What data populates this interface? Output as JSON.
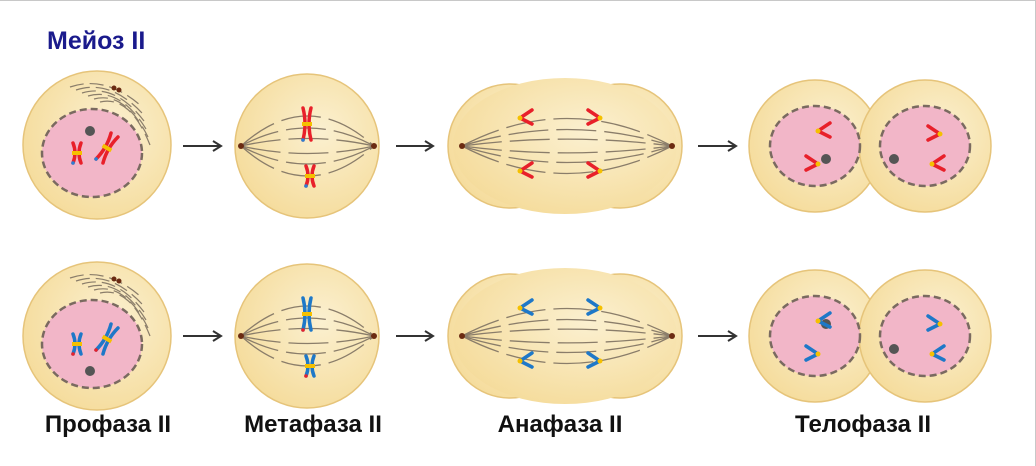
{
  "title": "Мейоз II",
  "labels": [
    "Профаза II",
    "Метафаза II",
    "Анафаза II",
    "Телофаза II"
  ],
  "colors": {
    "cytoplasm": "#f5dc9c",
    "cytoplasm_light": "#fbf0d0",
    "nucleus": "#f2b6c8",
    "spindle": "#8a7d6a",
    "centriole": "#6b2b12",
    "nucleolus": "#555555",
    "chromosome_row1": "#e8202a",
    "chromosome_row2": "#1e78c8",
    "centromere": "#f5c000",
    "tip_row1": "#2a7fd4",
    "tip_row2": "#e8202a",
    "title": "#1a1a8c",
    "arrow": "#333333"
  }
}
